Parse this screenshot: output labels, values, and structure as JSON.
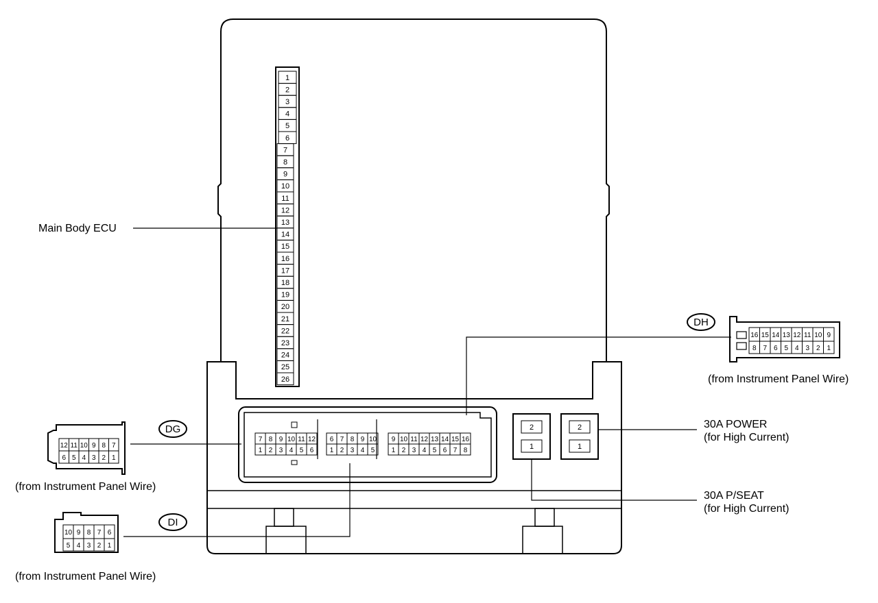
{
  "labels": {
    "main_ecu": "Main Body ECU",
    "dg_from": "(from Instrument Panel Wire)",
    "di_from": "(from Instrument Panel Wire)",
    "dh_from": "(from Instrument Panel Wire)",
    "power_line1": "30A POWER",
    "power_line2": "(for High Current)",
    "pseat_line1": "30A P/SEAT",
    "pseat_line2": "(for High Current)"
  },
  "codes": {
    "dg": "DG",
    "di": "DI",
    "dh": "DH"
  },
  "ecu_pins": [
    "1",
    "2",
    "3",
    "4",
    "5",
    "6",
    "7",
    "8",
    "9",
    "10",
    "11",
    "12",
    "13",
    "14",
    "15",
    "16",
    "17",
    "18",
    "19",
    "20",
    "21",
    "22",
    "23",
    "24",
    "25",
    "26"
  ],
  "connector_a": {
    "top": [
      "7",
      "8",
      "9",
      "10",
      "11",
      "12"
    ],
    "bottom": [
      "1",
      "2",
      "3",
      "4",
      "5",
      "6"
    ]
  },
  "connector_b": {
    "top": [
      "6",
      "7",
      "8",
      "9",
      "10"
    ],
    "bottom": [
      "1",
      "2",
      "3",
      "4",
      "5"
    ]
  },
  "connector_c": {
    "top": [
      "9",
      "10",
      "11",
      "12",
      "13",
      "14",
      "15",
      "16"
    ],
    "bottom": [
      "1",
      "2",
      "3",
      "4",
      "5",
      "6",
      "7",
      "8"
    ]
  },
  "fuse_left": {
    "top": "2",
    "bottom": "1"
  },
  "fuse_right": {
    "top": "2",
    "bottom": "1"
  },
  "plug_dg": {
    "top": [
      "12",
      "11",
      "10",
      "9",
      "8",
      "7"
    ],
    "bottom": [
      "6",
      "5",
      "4",
      "3",
      "2",
      "1"
    ]
  },
  "plug_di": {
    "top": [
      "10",
      "9",
      "8",
      "7",
      "6"
    ],
    "bottom": [
      "5",
      "4",
      "3",
      "2",
      "1"
    ]
  },
  "plug_dh": {
    "top": [
      "16",
      "15",
      "14",
      "13",
      "12",
      "11",
      "10",
      "9"
    ],
    "bottom": [
      "8",
      "7",
      "6",
      "5",
      "4",
      "3",
      "2",
      "1"
    ]
  }
}
